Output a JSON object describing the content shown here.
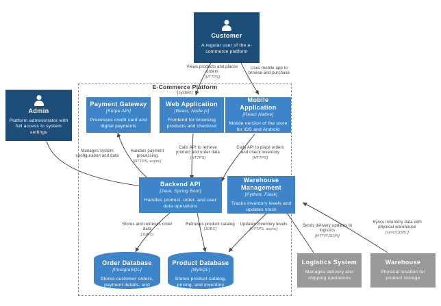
{
  "diagram": {
    "kind": "c4-container-diagram",
    "boundary": {
      "title": "E-Commerce Platform",
      "subtitle": "[system]"
    }
  },
  "nodes": {
    "customer": {
      "name": "Customer",
      "tech": "",
      "desc": "A regular user of the e-commerce platform",
      "type": "person",
      "color": "#1d4e79",
      "icon": "person-icon"
    },
    "admin": {
      "name": "Admin",
      "tech": "",
      "desc": "Platform administrator with full access to system settings",
      "type": "person",
      "color": "#1d4e79",
      "icon": "person-icon"
    },
    "payment_gateway": {
      "name": "Payment Gateway",
      "tech": "[Stripe API]",
      "desc": "Processes credit card and digital payments",
      "type": "container",
      "color": "#3d85c8"
    },
    "web_application": {
      "name": "Web Application",
      "tech": "[React, Node.js]",
      "desc": "Frontend for browsing products and checkout",
      "type": "container",
      "color": "#3d85c8"
    },
    "mobile_application": {
      "name": "Mobile Application",
      "tech": "[React Native]",
      "desc": "Mobile version of the store for iOS and Android",
      "type": "container",
      "color": "#3d85c8"
    },
    "backend_api": {
      "name": "Backend API",
      "tech": "[Java, Spring Boot]",
      "desc": "Handles product, order, and user data operations",
      "type": "container",
      "color": "#3d85c8"
    },
    "warehouse_management": {
      "name": "Warehouse Management",
      "tech": "[Python, Flask]",
      "desc": "Tracks inventory levels and updates stock",
      "type": "container",
      "color": "#3d85c8"
    },
    "order_database": {
      "name": "Order Database",
      "tech": "[PostgreSQL]",
      "desc": "Stores customer orders, payment details, and shipping info",
      "type": "database",
      "color": "#3d85c8"
    },
    "product_database": {
      "name": "Product Database",
      "tech": "[MySQL]",
      "desc": "Stores product catalog, pricing, and inventory",
      "type": "database",
      "color": "#3d85c8"
    },
    "logistics_system": {
      "name": "Logistics System",
      "tech": "",
      "desc": "Manages delivery and shipping operations",
      "type": "external",
      "color": "#999999"
    },
    "warehouse": {
      "name": "Warehouse",
      "tech": "",
      "desc": "Physical location for product storage",
      "type": "external",
      "color": "#999999"
    }
  },
  "edges": [
    {
      "id": "customer-web",
      "from": "customer",
      "to": "web_application",
      "label": "Views products and places orders",
      "proto": "[HTTPS]"
    },
    {
      "id": "customer-mobile",
      "from": "customer",
      "to": "mobile_application",
      "label": "Uses mobile app to browse and purchase",
      "proto": ""
    },
    {
      "id": "admin-backend",
      "from": "admin",
      "to": "backend_api",
      "label": "Manages system configuration and data",
      "proto": ""
    },
    {
      "id": "backend-payment",
      "from": "backend_api",
      "to": "payment_gateway",
      "label": "Handles payment processing",
      "proto": "[HTTPS, async]"
    },
    {
      "id": "web-backend",
      "from": "web_application",
      "to": "backend_api",
      "label": "Calls API to retrieve product and order data",
      "proto": "[HTTPS]"
    },
    {
      "id": "mobile-backend",
      "from": "mobile_application",
      "to": "backend_api",
      "label": "Calls API to place orders and check inventory",
      "proto": "[HTTPS]"
    },
    {
      "id": "backend-orderdb",
      "from": "backend_api",
      "to": "order_database",
      "label": "Stores and retrieves order data",
      "proto": "[JDBC]"
    },
    {
      "id": "backend-productdb",
      "from": "backend_api",
      "to": "product_database",
      "label": "Retrieves product catalog",
      "proto": "[JDBC]"
    },
    {
      "id": "warehouse-productdb",
      "from": "warehouse_management",
      "to": "product_database",
      "label": "Updates inventory levels",
      "proto": "[HTTPS, async]"
    },
    {
      "id": "logistics-warehouse",
      "from": "logistics_system",
      "to": "warehouse_management",
      "label": "Sends delivery updates to logistics",
      "proto": "[HTTP/JSON]"
    },
    {
      "id": "warehouse-wms",
      "from": "warehouse",
      "to": "warehouse_management",
      "label": "Syncs inventory data with physical warehouse",
      "proto": "[sync/ODBC]"
    }
  ]
}
